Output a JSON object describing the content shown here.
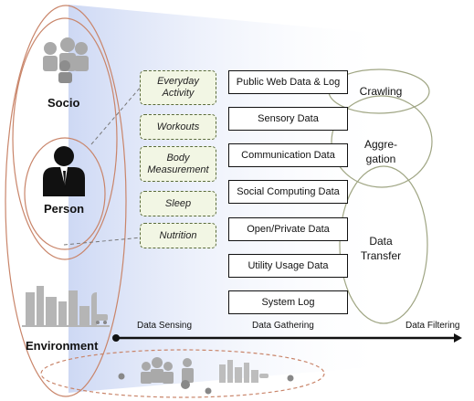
{
  "layers": {
    "socio": "Socio",
    "person": "Person",
    "environment": "Environment"
  },
  "activities": [
    "Everyday\nActivity",
    "Workouts",
    "Body\nMeasurement",
    "Sleep",
    "Nutrition"
  ],
  "sources": [
    "Public Web Data & Log",
    "Sensory Data",
    "Communication Data",
    "Social Computing Data",
    "Open/Private  Data",
    "Utility Usage Data",
    "System Log"
  ],
  "processes": {
    "crawling": "Crawling",
    "aggregation": "Aggre-\ngation",
    "transfer": "Data\nTransfer"
  },
  "stages": {
    "sensing": "Data Sensing",
    "gathering": "Data Gathering",
    "filtering": "Data Filtering"
  },
  "colors": {
    "beam": "#dfe6f8",
    "ellipse_red": "#c9856a",
    "ellipse_green": "#9fa583",
    "activity_fill": "#f2f6e4",
    "icon_gray": "#a9a9a9",
    "person_black": "#111111"
  }
}
